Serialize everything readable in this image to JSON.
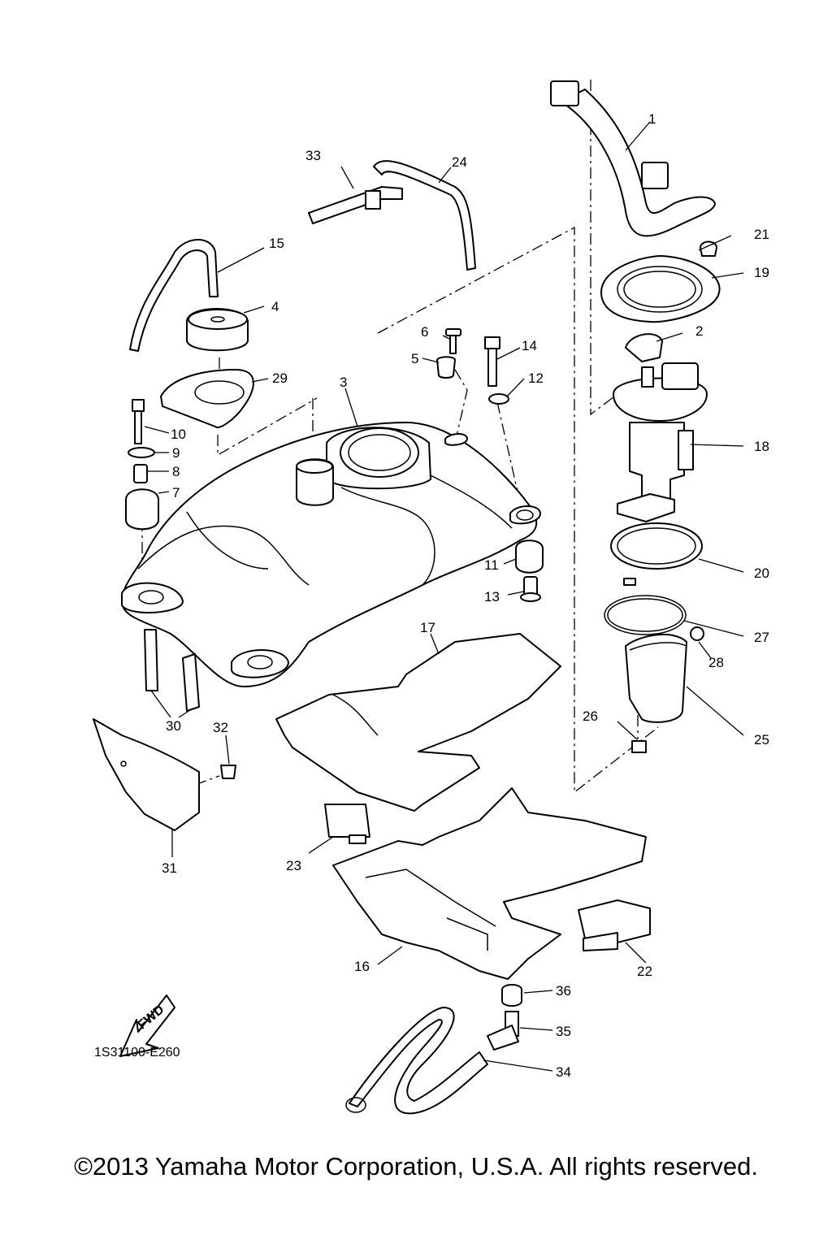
{
  "diagram": {
    "callouts": [
      "1",
      "2",
      "3",
      "4",
      "5",
      "6",
      "7",
      "8",
      "9",
      "10",
      "11",
      "12",
      "13",
      "14",
      "15",
      "16",
      "17",
      "18",
      "19",
      "20",
      "21",
      "22",
      "23",
      "24",
      "25",
      "26",
      "27",
      "28",
      "29",
      "30",
      "31",
      "32",
      "33",
      "34",
      "35",
      "36"
    ],
    "fwd_label": "FWD",
    "drawing_code": "1S31100-E260"
  },
  "footer": {
    "copyright": "©2013 Yamaha Motor Corporation, U.S.A. All rights reserved."
  }
}
